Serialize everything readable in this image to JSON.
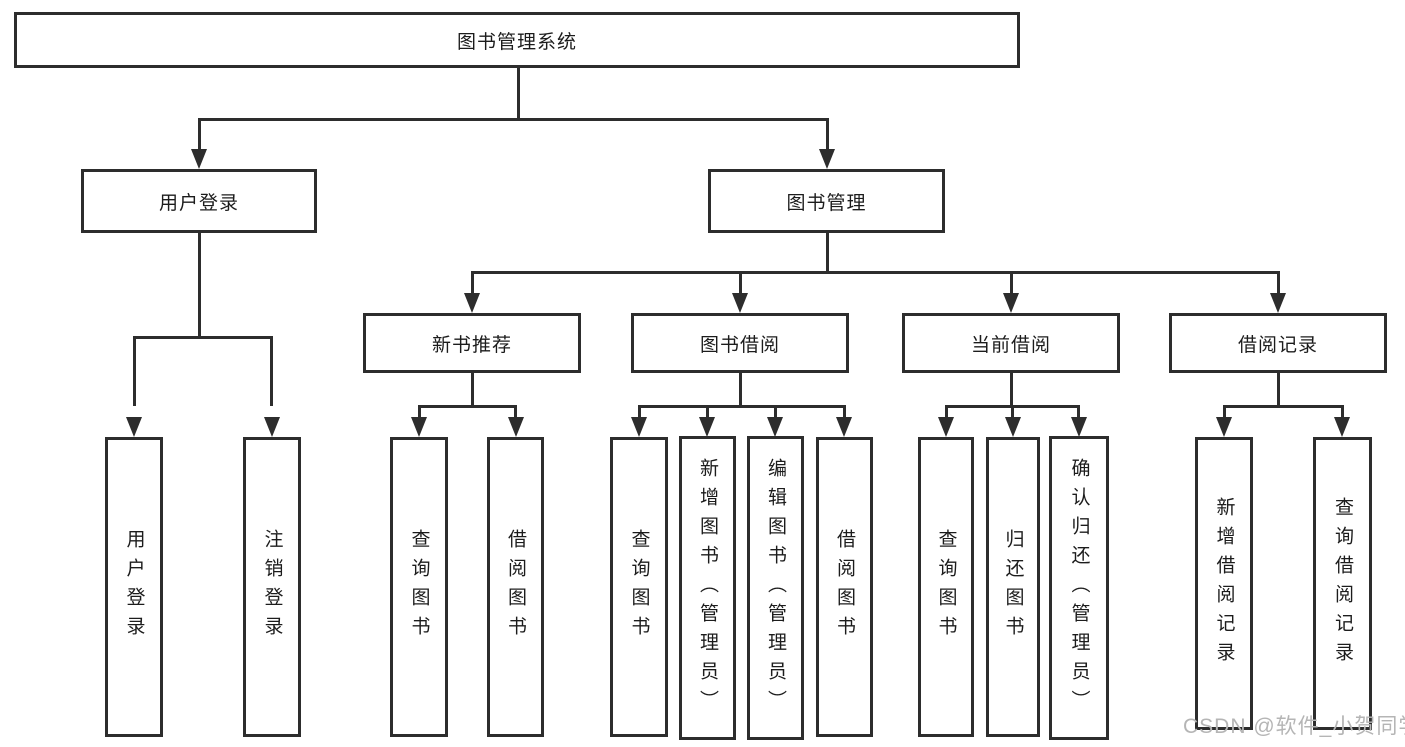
{
  "diagram": {
    "root": "图书管理系统",
    "children": [
      {
        "label": "用户登录",
        "children": [
          "用户登录",
          "注销登录"
        ]
      },
      {
        "label": "图书管理",
        "children": [
          {
            "label": "新书推荐",
            "children": [
              "查询图书",
              "借阅图书"
            ]
          },
          {
            "label": "图书借阅",
            "children": [
              "查询图书",
              "新增图书（管理员）",
              "编辑图书（管理员）",
              "借阅图书"
            ]
          },
          {
            "label": "当前借阅",
            "children": [
              "查询图书",
              "归还图书",
              "确认归还（管理员）"
            ]
          },
          {
            "label": "借阅记录",
            "children": [
              "新增借阅记录",
              "查询借阅记录"
            ]
          }
        ]
      }
    ]
  },
  "watermark": {
    "text": "CSDN @软件_小贺同学",
    "color": "#b5b5b5"
  },
  "colors": {
    "line": "#2d2d2d",
    "box_border": "#2d2d2d",
    "background": "#ffffff",
    "text": "#1c1c1c"
  }
}
